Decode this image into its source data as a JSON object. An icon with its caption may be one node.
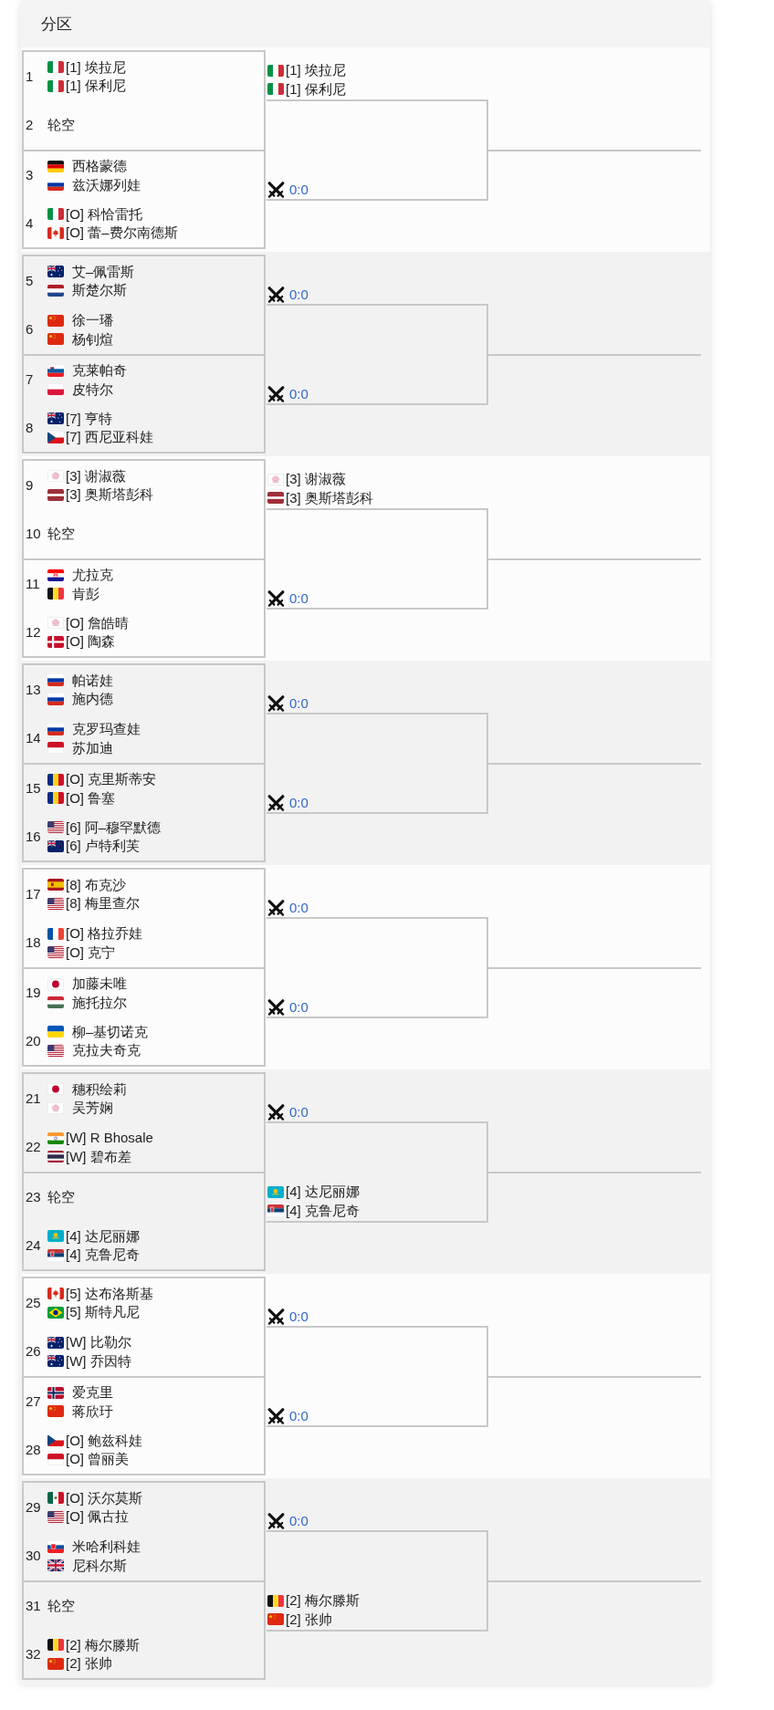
{
  "diagram": {
    "title": "分区",
    "nodes": [
      {
        "text": [
          "1",
          "[1] 埃拉尼",
          "[1] 保利尼",
          "2",
          "轮空"
        ]
      },
      {
        "text": [
          "[1] 埃拉尼",
          "[1] 保利尼"
        ]
      },
      {
        "text": [
          "3",
          "西格蒙德",
          "兹沃娜列娃",
          "4",
          "[O] 科恰雷托",
          "[O] 蕾–费尔南德斯"
        ]
      },
      {
        "text": [
          "0:0"
        ]
      },
      {
        "text": [
          "5",
          "艾–佩雷斯",
          "斯楚尔斯",
          "6",
          "徐一璠",
          "杨钊煊"
        ]
      },
      {
        "text": [
          "0:0"
        ]
      },
      {
        "text": [
          "7",
          "克莱帕奇",
          "皮特尔",
          "8",
          "[7] 亨特",
          "[7] 西尼亚科娃"
        ]
      },
      {
        "text": [
          "0:0"
        ]
      },
      {
        "text": [
          "9",
          "[3] 谢淑薇",
          "[3] 奥斯塔彭科",
          "10",
          "轮空"
        ]
      },
      {
        "text": [
          "[3] 谢淑薇",
          "[3] 奥斯塔彭科"
        ]
      },
      {
        "text": [
          "11",
          "尤拉克",
          "肯彭",
          "12",
          "[O] 詹皓晴",
          "[O] 陶森"
        ]
      },
      {
        "text": [
          "0:0"
        ]
      },
      {
        "text": [
          "13",
          "帕诺娃",
          "施内德",
          "14",
          "克罗玛查娃",
          "苏加迪"
        ]
      },
      {
        "text": [
          "0:0"
        ]
      },
      {
        "text": [
          "15",
          "[O] 克里斯蒂安",
          "[O] 鲁塞",
          "16",
          "[6] 阿–穆罕默德",
          "[6] 卢特利芙"
        ]
      },
      {
        "text": [
          "0:0"
        ]
      },
      {
        "text": [
          "17",
          "[8] 布克沙",
          "[8] 梅里查尔",
          "18",
          "[O] 格拉乔娃",
          "[O] 克宁"
        ]
      },
      {
        "text": [
          "0:0"
        ]
      },
      {
        "text": [
          "19",
          "加藤未唯",
          "施托拉尔",
          "20",
          "柳–基切诺克",
          "克拉夫奇克"
        ]
      },
      {
        "text": [
          "0:0"
        ]
      },
      {
        "text": [
          "21",
          "穗积绘莉",
          "吴芳娴",
          "22",
          "[W] R Bhosale",
          "[W] 碧布差"
        ]
      },
      {
        "text": [
          "0:0"
        ]
      },
      {
        "text": [
          "23",
          "轮空",
          "24",
          "[4] 达尼丽娜",
          "[4] 克鲁尼奇"
        ]
      },
      {
        "text": [
          "[4] 达尼丽娜",
          "[4] 克鲁尼奇"
        ]
      },
      {
        "text": [
          "25",
          "[5] 达布洛斯基",
          "[5] 斯特凡尼",
          "26",
          "[W] 比勒尔",
          "[W] 乔因特"
        ]
      },
      {
        "text": [
          "0:0"
        ]
      },
      {
        "text": [
          "27",
          "爱克里",
          "蒋欣玗",
          "28",
          "[O] 鲍兹科娃",
          "[O] 曾丽美"
        ]
      },
      {
        "text": [
          "0:0"
        ]
      },
      {
        "text": [
          "29",
          "[O] 沃尔莫斯",
          "[O] 佩古拉",
          "30",
          "米哈利科娃",
          "尼科尔斯"
        ]
      },
      {
        "text": [
          "0:0"
        ]
      },
      {
        "text": [
          "31",
          "轮空",
          "32",
          "[2] 梅尔滕斯",
          "[2] 张帅"
        ]
      },
      {
        "text": [
          "[2] 梅尔滕斯",
          "[2] 张帅"
        ]
      }
    ],
    "edges": [
      {
        "from": 1,
        "to": null,
        "arrow": "none"
      },
      {
        "from": 3,
        "to": null,
        "arrow": "none"
      },
      {
        "from": 5,
        "to": null,
        "arrow": "none"
      },
      {
        "from": 7,
        "to": null,
        "arrow": "none"
      },
      {
        "from": 9,
        "to": null,
        "arrow": "none"
      },
      {
        "from": 11,
        "to": null,
        "arrow": "none"
      },
      {
        "from": 13,
        "to": null,
        "arrow": "none"
      },
      {
        "from": 15,
        "to": null,
        "arrow": "none"
      },
      {
        "from": 17,
        "to": null,
        "arrow": "none"
      },
      {
        "from": 19,
        "to": null,
        "arrow": "none"
      },
      {
        "from": 21,
        "to": null,
        "arrow": "none"
      },
      {
        "from": 23,
        "to": null,
        "arrow": "none"
      },
      {
        "from": 25,
        "to": null,
        "arrow": "none"
      },
      {
        "from": 27,
        "to": null,
        "arrow": "none"
      },
      {
        "from": 29,
        "to": null,
        "arrow": "none"
      },
      {
        "from": 31,
        "to": null,
        "arrow": "none"
      }
    ]
  }
}
